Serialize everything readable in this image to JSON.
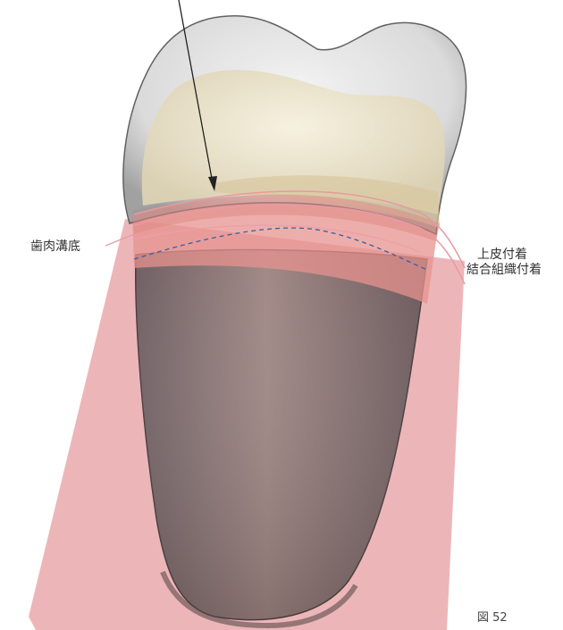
{
  "labels": {
    "gingival_sulcus_bottom": "歯肉溝底",
    "epithelial_attachment": "上皮付着",
    "connective_tissue_attachment": "結合組織付着",
    "figure_number": "図 52"
  },
  "colors": {
    "gingiva": "#e9a9ad",
    "gingiva_band": "#e7938f",
    "root": "#8a7470",
    "crown_enamel": "#e4e4e4",
    "dentin": "#efe6cf",
    "arrow": "#222222",
    "dashed_line": "#3a5fa0"
  }
}
